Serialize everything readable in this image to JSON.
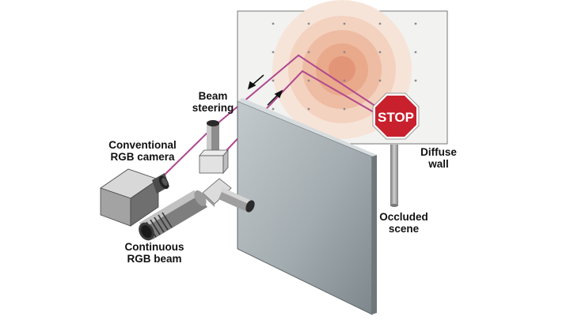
{
  "labels": {
    "beam_steering": [
      "Beam",
      "steering"
    ],
    "camera": [
      "Conventional",
      "RGB camera"
    ],
    "beam": [
      "Continuous",
      "RGB beam"
    ],
    "wall": [
      "Diffuse",
      "wall"
    ],
    "scene": [
      "Occluded",
      "scene"
    ]
  },
  "sign": {
    "text": "STOP"
  },
  "colors": {
    "beam_path": "#b0488f",
    "sign_red": "#c8202c",
    "wall_fill": "#f2f2f0",
    "spot_outer": "#f6dfd2",
    "spot_inner": "#e8a484",
    "occluder": "#a9b2b6"
  }
}
